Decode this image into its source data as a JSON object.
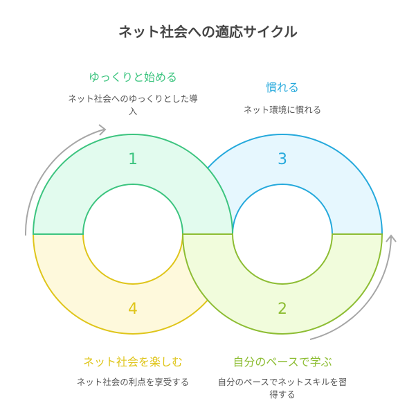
{
  "title": "ネット社会への適応サイクル",
  "colors": {
    "green": "#3cc47f",
    "blue": "#25a9dc",
    "yellow": "#dfc51a",
    "lime": "#8dbd33",
    "arrow": "#a6a6a6"
  },
  "steps": [
    {
      "number": "1",
      "heading": "ゆっくりと始める",
      "desc": "ネット社会へのゆっくりとした導入"
    },
    {
      "number": "2",
      "heading": "自分のペースで学ぶ",
      "desc": "自分のペースでネットスキルを習得する"
    },
    {
      "number": "3",
      "heading": "慣れる",
      "desc": "ネット環境に慣れる"
    },
    {
      "number": "4",
      "heading": "ネット社会を楽しむ",
      "desc": "ネット社会の利点を享受する"
    }
  ]
}
